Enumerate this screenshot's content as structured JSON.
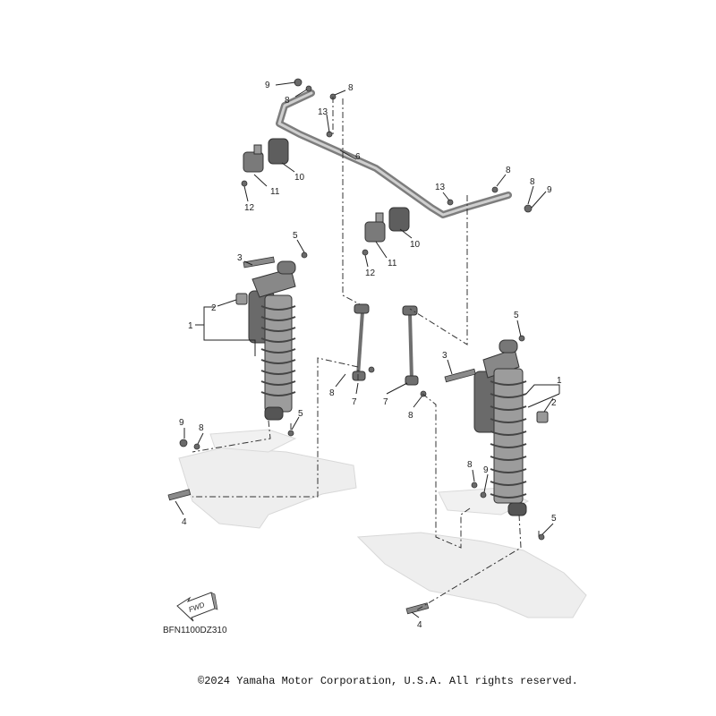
{
  "callouts": {
    "c1a": "1",
    "c1b": "1",
    "c2a": "2",
    "c2b": "2",
    "c3a": "3",
    "c3b": "3",
    "c4a": "4",
    "c4b": "4",
    "c5a": "5",
    "c5b": "5",
    "c5c": "5",
    "c5d": "5",
    "c6": "6",
    "c7a": "7",
    "c7b": "7",
    "c8a": "8",
    "c8b": "8",
    "c8c": "8",
    "c8d": "8",
    "c8e": "8",
    "c8f": "8",
    "c8g": "8",
    "c8h": "8",
    "c9a": "9",
    "c9b": "9",
    "c9c": "9",
    "c9d": "9",
    "c10a": "10",
    "c10b": "10",
    "c11a": "11",
    "c11b": "11",
    "c12a": "12",
    "c12b": "12",
    "c13a": "13",
    "c13b": "13"
  },
  "direction_arrow": {
    "label": "FWD"
  },
  "diagram_code": "BFN1100DZ310",
  "copyright": "©2024 Yamaha Motor Corporation, U.S.A. All rights reserved.",
  "colors": {
    "part_gray": "#8c8c8c",
    "arm_light": "#e8e8e8",
    "line": "#222222"
  }
}
